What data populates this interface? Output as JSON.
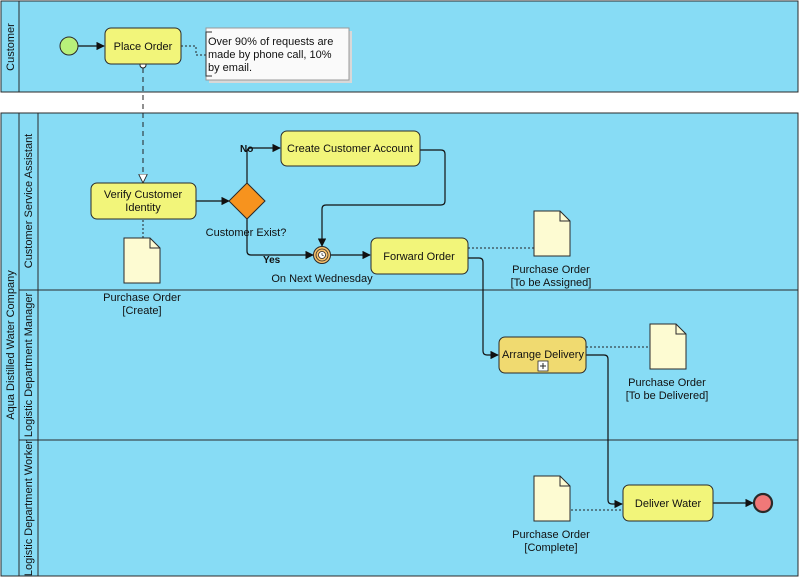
{
  "pools": {
    "customer": {
      "lane_label": "Customer"
    },
    "company": {
      "label": "Aqua Distilled Water Company",
      "lanes": [
        "Customer Service Assistant",
        "Logistic Department Manager",
        "Logistic Department Worker"
      ]
    }
  },
  "tasks": {
    "place_order": "Place Order",
    "verify_identity": [
      "Verify Customer",
      "Identity"
    ],
    "create_account": "Create Customer Account",
    "forward_order": "Forward Order",
    "arrange_delivery": "Arrange Delivery",
    "deliver_water": "Deliver Water"
  },
  "gateway": {
    "label": "Customer Exist?",
    "no": "No",
    "yes": "Yes"
  },
  "timer_event": {
    "label": "On Next Wednesday"
  },
  "annotation": {
    "lines": [
      "Over 90% of requests are",
      "made by phone call, 10%",
      "by email."
    ]
  },
  "documents": {
    "create": [
      "Purchase Order",
      "[Create]"
    ],
    "assigned": [
      "Purchase Order",
      "[To be Assigned]"
    ],
    "delivered": [
      "Purchase Order",
      "[To be Delivered]"
    ],
    "complete": [
      "Purchase Order",
      "[Complete]"
    ]
  },
  "colors": {
    "lane_fill": "#87dcf5",
    "task_fill": "#f2f57a",
    "gateway_fill": "#f7931e",
    "start_fill": "#b8f07a",
    "end_fill": "#f07878",
    "document_fill": "#fdfbd2"
  }
}
